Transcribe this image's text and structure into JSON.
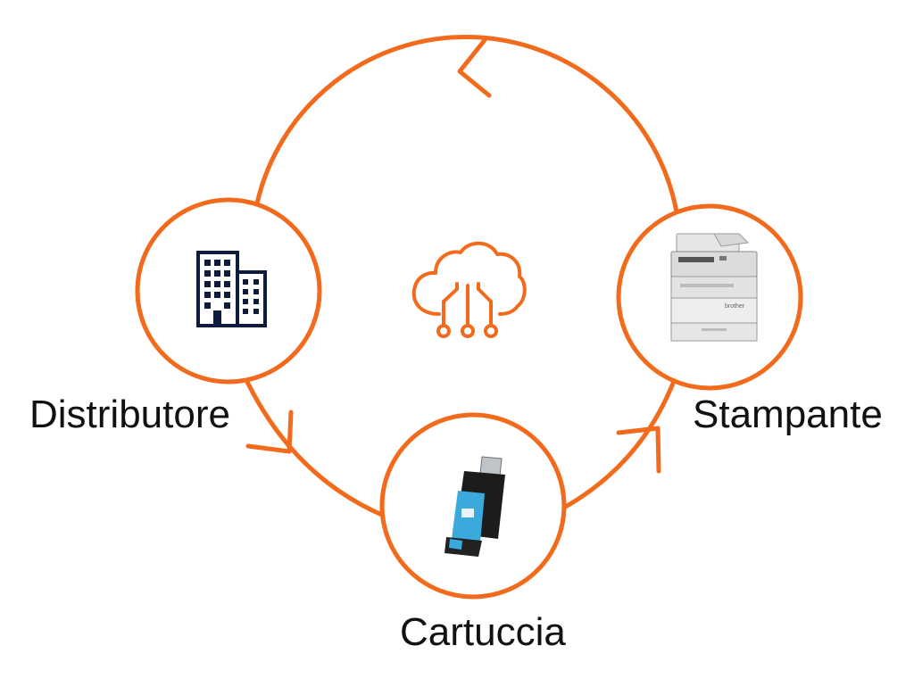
{
  "colors": {
    "accent": "#f26b1d",
    "building": "#0d1b3e",
    "background": "#ffffff"
  },
  "nodes": {
    "distributor": {
      "label": "Distributore",
      "icon": "building-icon"
    },
    "printer": {
      "label": "Stampante",
      "icon": "printer-icon",
      "brand": "brother"
    },
    "cartridge": {
      "label": "Cartuccia",
      "icon": "ink-cartridge-icon"
    }
  },
  "center": {
    "icon": "cloud-network-icon"
  }
}
